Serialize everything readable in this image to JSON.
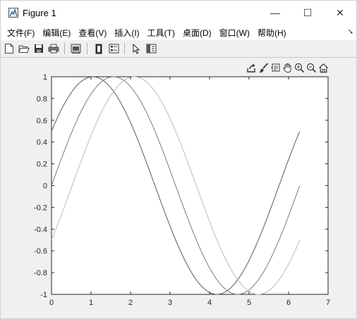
{
  "window": {
    "title": "Figure 1",
    "controls": {
      "minimize": "—",
      "maximize": "☐",
      "close": "✕"
    }
  },
  "menubar": {
    "items": [
      "文件(F)",
      "编辑(E)",
      "查看(V)",
      "插入(I)",
      "工具(T)",
      "桌面(D)",
      "窗口(W)",
      "帮助(H)"
    ]
  },
  "toolbar": {
    "buttons": [
      "new-figure-icon",
      "open-file-icon",
      "save-icon",
      "print-icon",
      "link-plot-icon",
      "colorbar-icon",
      "legend-icon",
      "pointer-icon",
      "property-editor-icon"
    ]
  },
  "axes_toolbar": {
    "buttons": [
      "export-icon",
      "brush-icon",
      "data-tips-icon",
      "pan-icon",
      "zoom-in-icon",
      "zoom-out-icon",
      "home-icon"
    ]
  },
  "colors": {
    "axes_bg": "#ffffff",
    "figure_bg": "#f0f0f0",
    "line_dark": "#4a4a4a",
    "line_mid": "#7a7a7a",
    "line_light": "#b8b8b8"
  },
  "chart_data": {
    "type": "line",
    "xlim": [
      0,
      7
    ],
    "ylim": [
      -1,
      1
    ],
    "xticks": [
      "0",
      "1",
      "2",
      "3",
      "4",
      "5",
      "6",
      "7"
    ],
    "yticks": [
      "1",
      "0.8",
      "0.6",
      "0.4",
      "0.2",
      "0",
      "-0.2",
      "-0.4",
      "-0.6",
      "-0.8",
      "-1"
    ],
    "grid": false,
    "legend": "none",
    "series": [
      {
        "function": "sin(x + 0.52)",
        "x_range": [
          0,
          6.28
        ],
        "y_start": 0.5,
        "y_end": 0.47,
        "color": "#4a4a4a"
      },
      {
        "function": "sin(x)",
        "x_range": [
          0,
          6.28
        ],
        "y_start": 0.0,
        "y_end": -0.03,
        "color": "#6e6e6e"
      },
      {
        "function": "sin(x - 0.52)",
        "x_range": [
          0,
          6.28
        ],
        "y_start": -0.5,
        "y_end": -0.53,
        "color": "#b4b4b4"
      }
    ]
  }
}
